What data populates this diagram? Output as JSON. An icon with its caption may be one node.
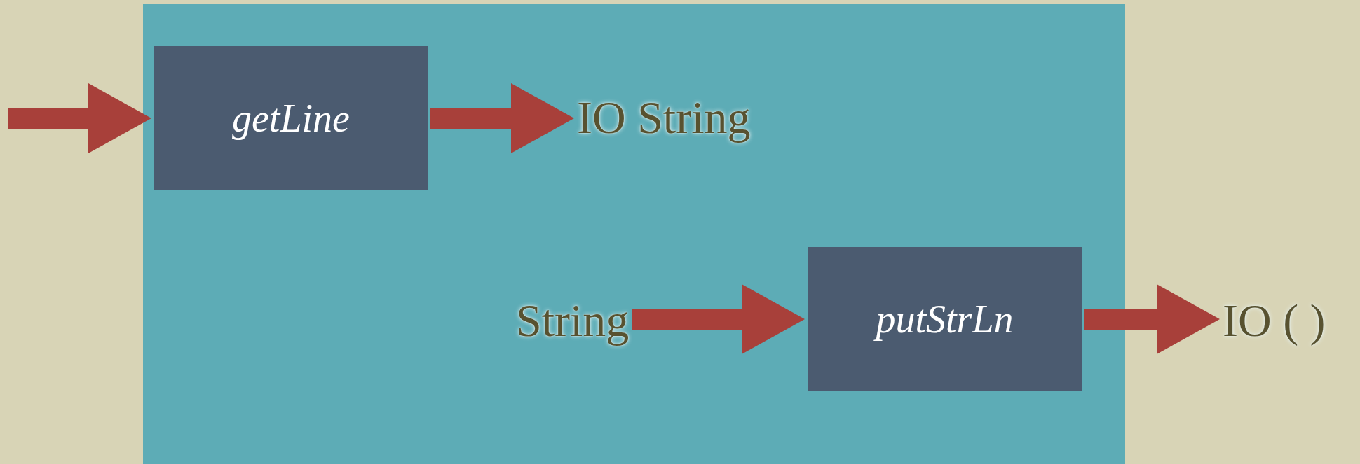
{
  "diagram": {
    "nodes": [
      {
        "text": [],
        "shape": "box"
      },
      {
        "text": [
          "getLine"
        ],
        "in": 0
      },
      {
        "text": [
          "IO String"
        ],
        "in": 0
      },
      {
        "text": [
          "String"
        ],
        "in": 0
      },
      {
        "text": [
          "putStrLn"
        ],
        "in": 0
      },
      {
        "text": [
          "IO ( )"
        ]
      }
    ],
    "edges": [
      {
        "from": null,
        "to": 1,
        "arrow": "to"
      },
      {
        "from": 1,
        "to": 2,
        "arrow": "to"
      },
      {
        "from": 3,
        "to": 4,
        "arrow": "to"
      },
      {
        "from": 4,
        "to": 5,
        "arrow": "to"
      }
    ]
  }
}
